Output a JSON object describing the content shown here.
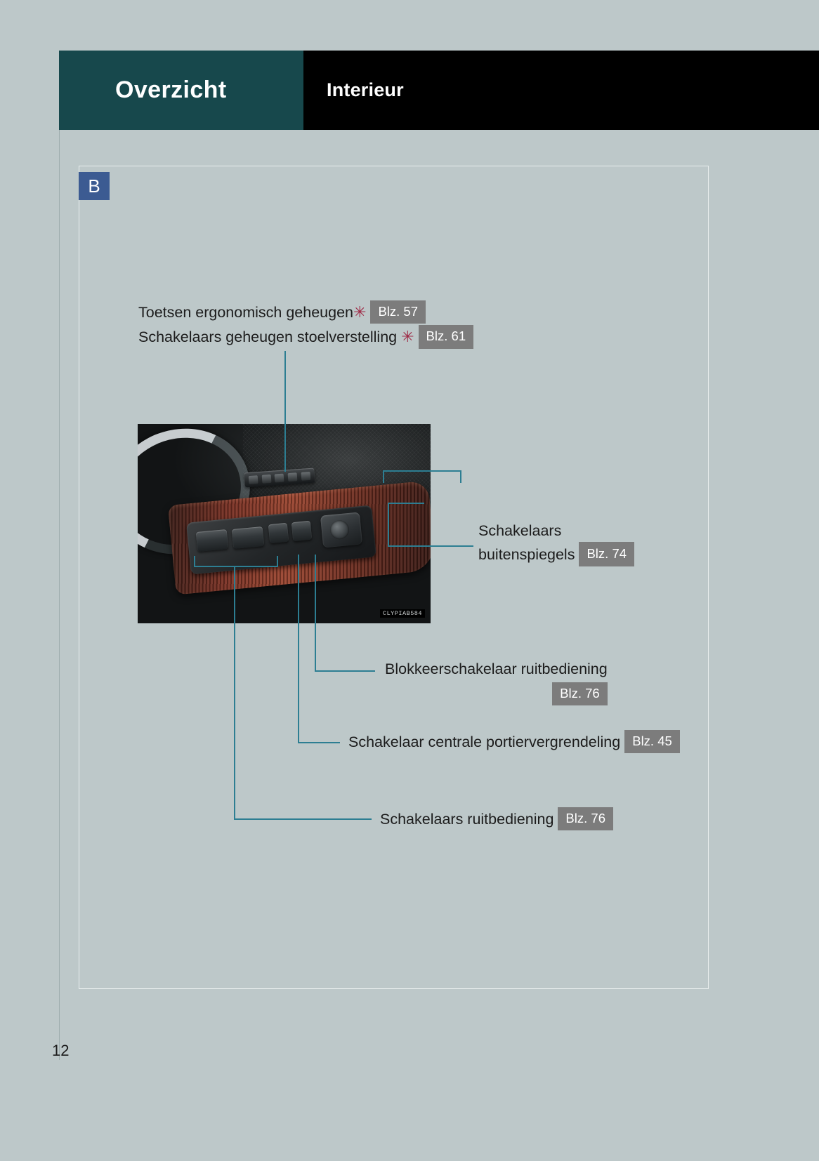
{
  "header": {
    "chapter": "Overzicht",
    "section": "Interieur"
  },
  "section_badge": "B",
  "callouts": [
    {
      "id": "memory",
      "lines": [
        {
          "text": "Toetsen ergonomisch geheugen",
          "asterisk": "✳",
          "ref": "Blz. 57"
        },
        {
          "text": "Schakelaars geheugen stoelverstelling ",
          "asterisk": "✳",
          "ref": "Blz. 61"
        }
      ]
    },
    {
      "id": "mirrors",
      "line1": "Schakelaars",
      "line2": "buitenspiegels",
      "ref": "Blz. 74"
    },
    {
      "id": "window-lock",
      "label": "Blokkeerschakelaar ruitbediening",
      "ref": "Blz. 76"
    },
    {
      "id": "door-lock",
      "label": "Schakelaar centrale portiervergrendeling",
      "ref": "Blz. 45"
    },
    {
      "id": "window-switches",
      "label": "Schakelaars ruitbediening",
      "ref": "Blz. 76"
    }
  ],
  "photo": {
    "code": "CLYPIAB584"
  },
  "page_number": "12",
  "colors": {
    "page_background": "#bdc8c9",
    "chapter_band": "#17484c",
    "section_band": "#000000",
    "letter_badge": "#3c5b92",
    "ref_chip": "#7c7c7c",
    "leader_line": "#2d7e92",
    "asterisk": "#9e2a46"
  }
}
